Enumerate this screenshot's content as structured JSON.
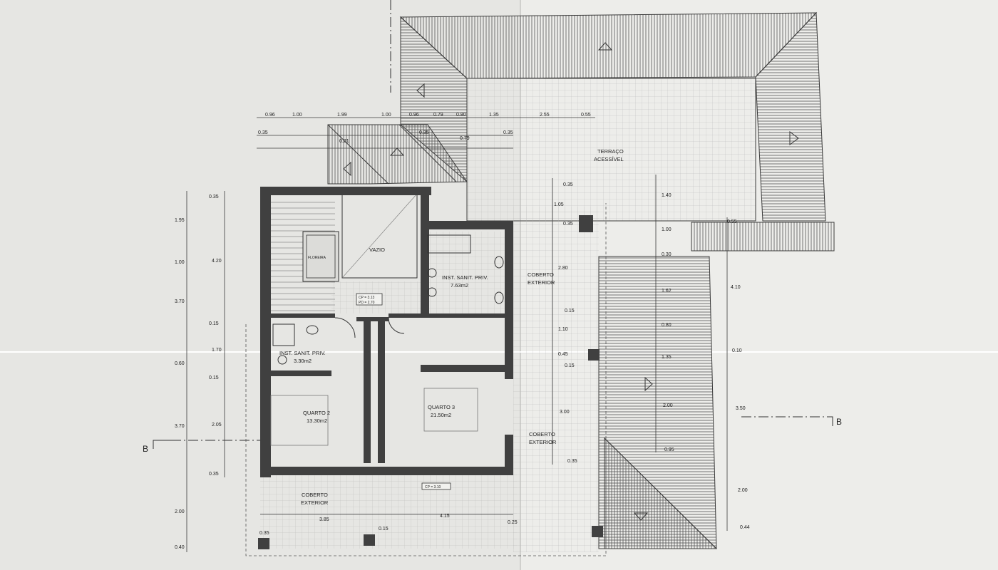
{
  "colors": {
    "paper_left": "#e6e6e3",
    "paper_right": "#ededea",
    "wall": "#404040",
    "line": "#3a3a3a",
    "hatch": "#555555",
    "tile": "#b9b9b9"
  },
  "rooms": {
    "vazio": "VAZIO",
    "floreira": "FLOREIRA",
    "inst_sanit": "INST. SANIT. PRIV.",
    "inst_sanit_area": "7.63m2",
    "wc_small": "INST. SANIT. PRIV.",
    "wc_small_area": "3.30m2",
    "quarto2": "QUARTO 2",
    "quarto2_area": "13.30m2",
    "quarto3": "QUARTO 3",
    "quarto3_area": "21.50m2",
    "terraco": "TERRAÇO",
    "terraco_sub": "ACESSÍVEL",
    "coberto1": "COBERTO",
    "coberto1_sub": "EXTERIOR",
    "coberto2": "COBERTO",
    "coberto2_sub": "EXTERIOR",
    "coberto3": "COBERTO",
    "coberto3_sub": "EXTERIOR"
  },
  "level_tags": {
    "hall_cp": "CP = 3.13",
    "hall_pd": "PD = 2.70",
    "coberto_cp": "CP = 3.10"
  },
  "section_marks": {
    "left": "B",
    "right": "B"
  },
  "dimensions": {
    "top_row1": [
      "0.96",
      "1.00",
      "1.99",
      "1.00",
      "0.96",
      "0.79",
      "0.80",
      "1.35",
      "2.55",
      "0.55"
    ],
    "top_row2": [
      "0.35",
      "0.35",
      "0.79",
      "0.35"
    ],
    "top_row3": [
      "0.21"
    ],
    "left_outer": [
      "1.95",
      "1.00",
      "3.70",
      "0.60",
      "3.70",
      "2.00",
      "0.40"
    ],
    "left_inner": [
      "0.35",
      "4.20",
      "0.15",
      "1.70",
      "0.15",
      "2.05",
      "0.35"
    ],
    "right_mid": [
      "0.35",
      "1.05",
      "0.35",
      "2.80",
      "0.15",
      "1.10",
      "0.45",
      "0.15",
      "3.00",
      "0.35"
    ],
    "right_roof": [
      "1.40",
      "1.00",
      "0.30",
      "1.62",
      "0.80",
      "1.35",
      "2.00",
      "0.95"
    ],
    "right_outer": [
      "0.55",
      "4.10",
      "0.10",
      "3.50",
      "2.00",
      "0.44"
    ],
    "bottom": [
      "3.85",
      "4.15",
      "0.25",
      "0.35",
      "0.15"
    ]
  }
}
